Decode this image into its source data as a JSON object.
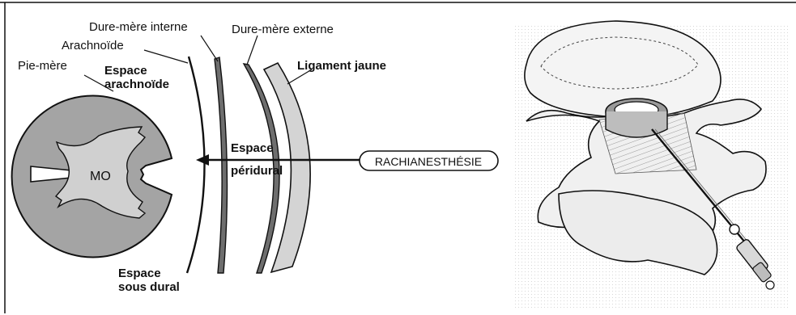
{
  "labels": {
    "dure_mere_interne": "Dure-mère interne",
    "dure_mere_externe": "Dure-mère externe",
    "arachnoide": "Arachnoïde",
    "pie_mere": "Pie-mère",
    "espace_arachnoide_1": "Espace",
    "espace_arachnoide_2": "arachnoïde",
    "ligament_jaune": "Ligament jaune",
    "espace_peridural_1": "Espace",
    "espace_peridural_2": "péridural",
    "mo": "MO",
    "rachianesthesie": "RACHIANESTHÉSIE",
    "espace_sous_dural_1": "Espace",
    "espace_sous_dural_2": "sous dural"
  },
  "colors": {
    "cord_grey": "#a4a4a4",
    "white_matter": "#d0d0d0",
    "membrane_dark": "#6e6e6e",
    "ligament": "#d4d4d4",
    "outline": "#111111"
  },
  "icons": {
    "illustration": "lumbar-vertebra-spinal-needle-illustration",
    "arrow": "needle-path-arrow"
  }
}
